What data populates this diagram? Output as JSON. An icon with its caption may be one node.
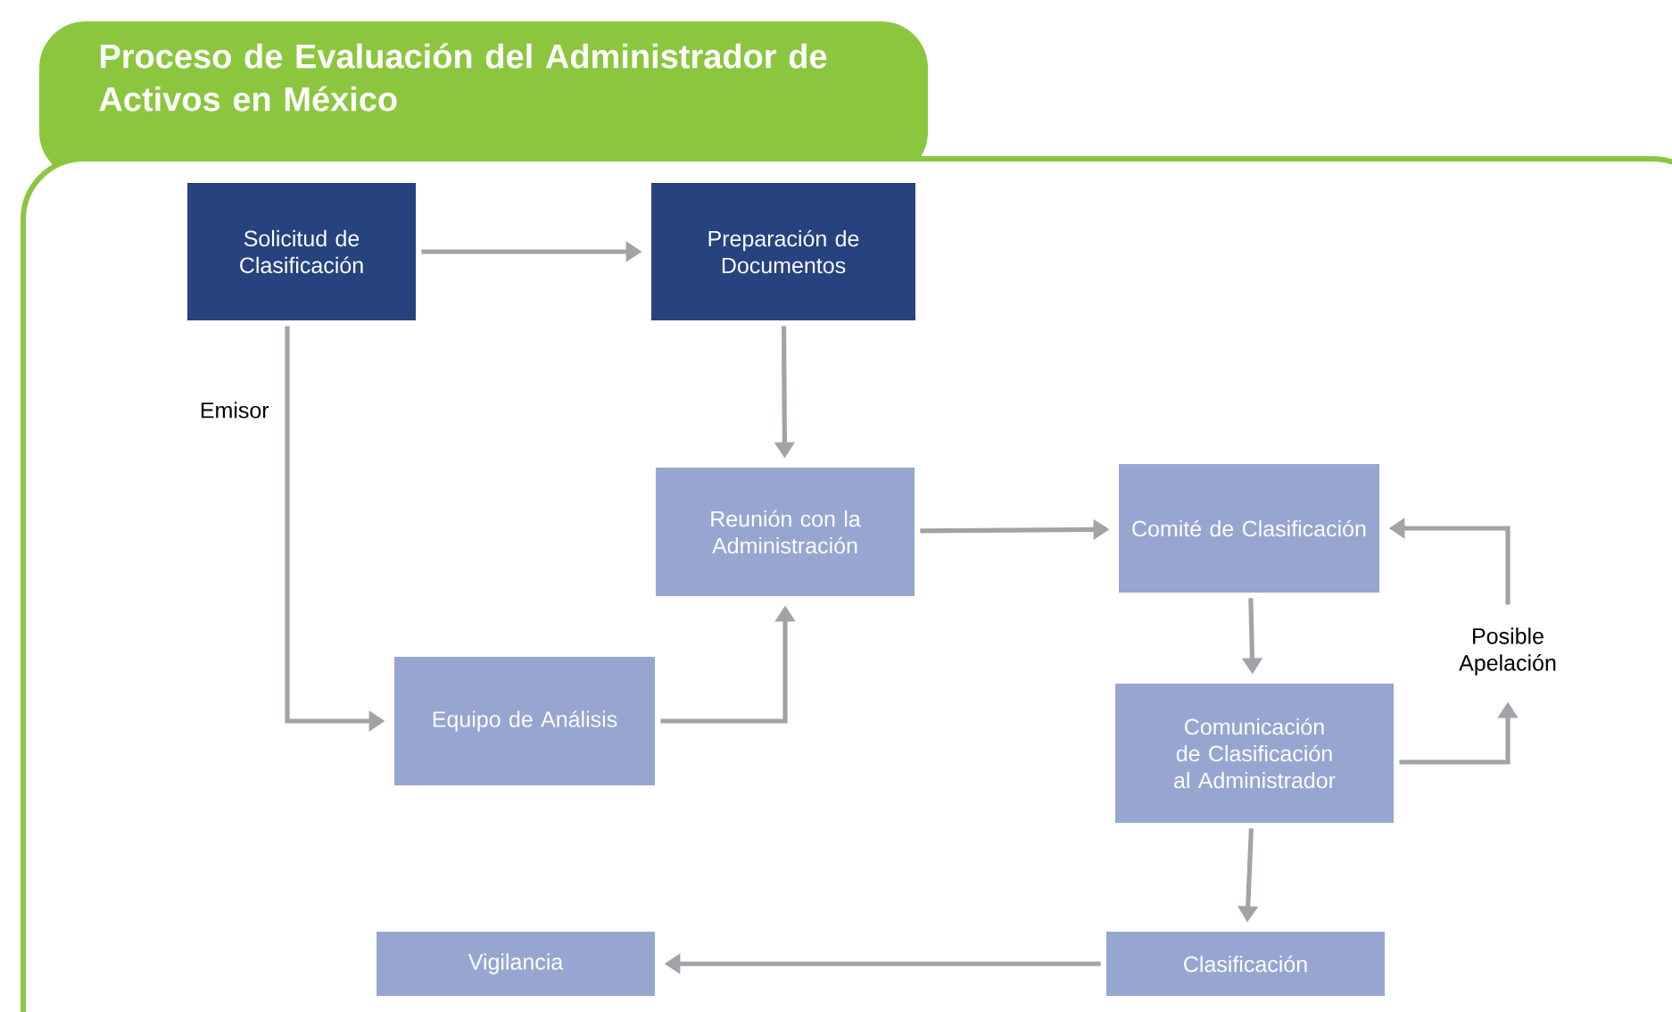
{
  "diagram": {
    "title": "Proceso de Evaluación del Administrador de Activos en México",
    "nodes": [
      {
        "text": [
          "Solicitud de Clasificación"
        ]
      },
      {
        "text": [
          "Preparación de Documentos"
        ]
      },
      {
        "text": [
          "Reunión con la Administración"
        ]
      },
      {
        "text": [
          "Comité de Clasificación"
        ]
      },
      {
        "text": [
          "Equipo de Análisis"
        ]
      },
      {
        "text": [
          "Comunicación de Clasificación al Administrador"
        ]
      },
      {
        "text": [
          "Posible Apelación"
        ]
      },
      {
        "text": [
          "Clasificación"
        ]
      },
      {
        "text": [
          "Vigilancia"
        ]
      }
    ],
    "edges": [
      {
        "from": 0,
        "to": 1,
        "arrow": "to"
      },
      {
        "from": 1,
        "to": 2,
        "arrow": "to"
      },
      {
        "from": 0,
        "to": 4,
        "arrow": "to",
        "label": "Emisor"
      },
      {
        "from": 4,
        "to": 2,
        "arrow": "to"
      },
      {
        "from": 2,
        "to": 3,
        "arrow": "to"
      },
      {
        "from": 3,
        "to": 5,
        "arrow": "to"
      },
      {
        "from": 5,
        "to": 6,
        "arrow": "to"
      },
      {
        "from": 6,
        "to": 3,
        "arrow": "to"
      },
      {
        "from": 5,
        "to": 7,
        "arrow": "to"
      },
      {
        "from": 7,
        "to": 8,
        "arrow": "to"
      }
    ]
  }
}
